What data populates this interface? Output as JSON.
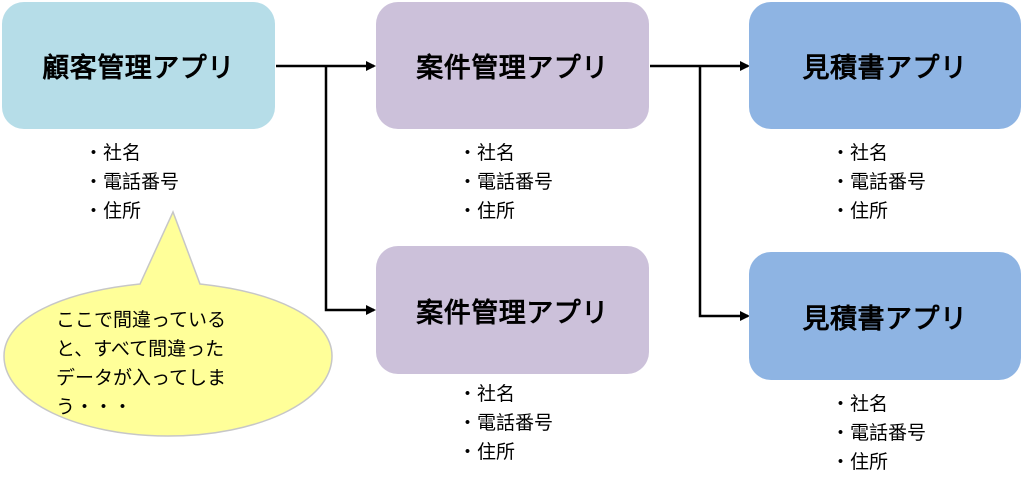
{
  "colors": {
    "customer": "#b6dde8",
    "project": "#ccc1da",
    "estimate": "#8eb4e3",
    "bubble": "#ffff99",
    "bubble_border": "#c7c7c7"
  },
  "boxes": {
    "customer": {
      "label": "顧客管理アプリ"
    },
    "project_top": {
      "label": "案件管理アプリ"
    },
    "project_bottom": {
      "label": "案件管理アプリ"
    },
    "estimate_top": {
      "label": "見積書アプリ"
    },
    "estimate_bottom": {
      "label": "見積書アプリ"
    }
  },
  "fields": {
    "customer": [
      "・社名",
      "・電話番号",
      "・住所"
    ],
    "project_top": [
      "・社名",
      "・電話番号",
      "・住所"
    ],
    "project_bottom": [
      "・社名",
      "・電話番号",
      "・住所"
    ],
    "estimate_top": [
      "・社名",
      "・電話番号",
      "・住所"
    ],
    "estimate_bottom": [
      "・社名",
      "・電話番号",
      "・住所"
    ]
  },
  "bubble": {
    "lines": [
      "ここで間違っている",
      "と、すべて間違った",
      "データが入ってしま",
      "う・・・"
    ]
  }
}
